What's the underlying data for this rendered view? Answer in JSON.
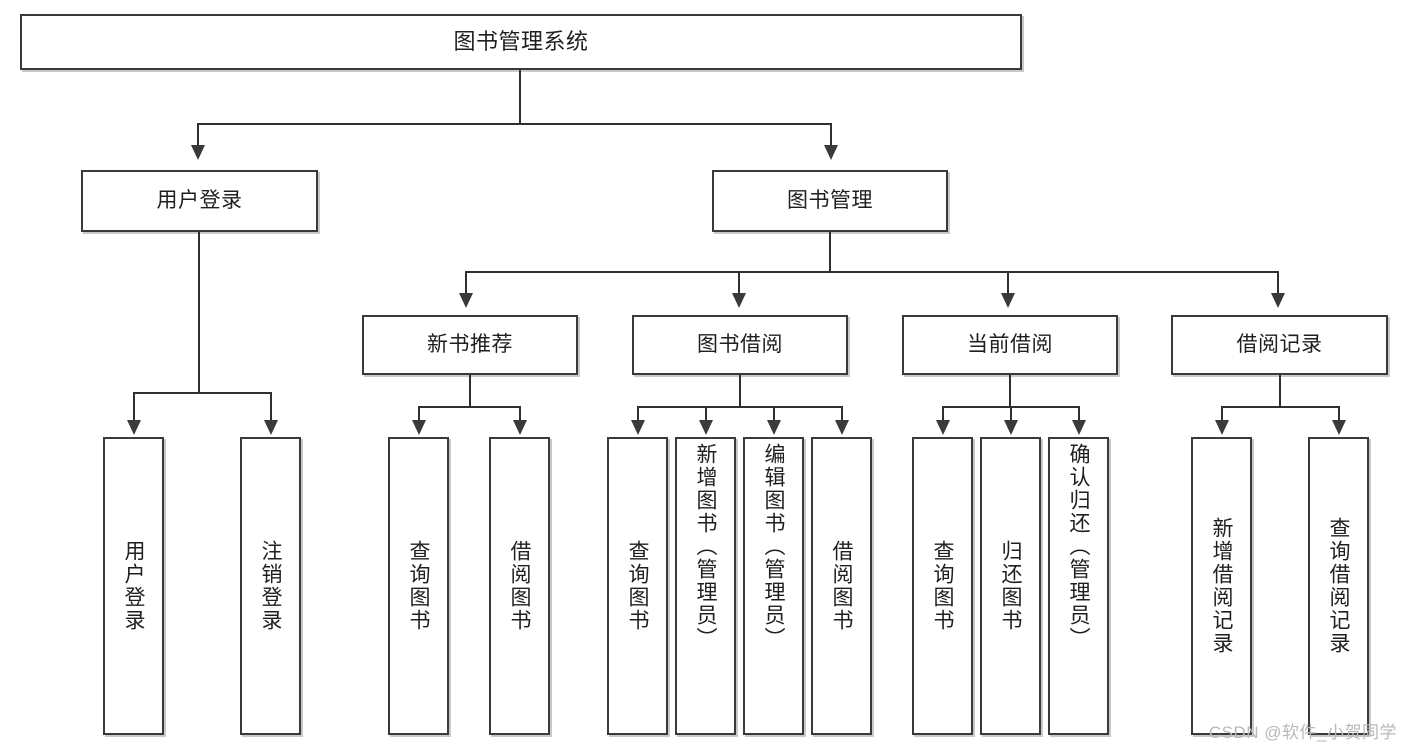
{
  "diagram": {
    "type": "tree-hierarchy",
    "title": "图书管理系统",
    "watermark": "CSDN @软件_小贺同学",
    "colors": {
      "box_border": "#3a3a3a",
      "connector": "#2f2f2f",
      "text": "#1f1f1f",
      "background": "#ffffff",
      "watermark": "#b9b9b9"
    },
    "nodes": {
      "root": {
        "label": "图书管理系统"
      },
      "level2": [
        {
          "label": "用户登录"
        },
        {
          "label": "图书管理"
        }
      ],
      "level3": [
        {
          "label": "新书推荐"
        },
        {
          "label": "图书借阅"
        },
        {
          "label": "当前借阅"
        },
        {
          "label": "借阅记录"
        }
      ],
      "leaves": {
        "user_login": [
          {
            "label": "用户登录"
          },
          {
            "label": "注销登录"
          }
        ],
        "new_book_recommend": [
          {
            "label": "查询图书"
          },
          {
            "label": "借阅图书"
          }
        ],
        "book_borrow": [
          {
            "label": "查询图书"
          },
          {
            "label": "新增图书（管理员）"
          },
          {
            "label": "编辑图书（管理员）"
          },
          {
            "label": "借阅图书"
          }
        ],
        "current_borrow": [
          {
            "label": "查询图书"
          },
          {
            "label": "归还图书"
          },
          {
            "label": "确认归还（管理员）"
          }
        ],
        "borrow_record": [
          {
            "label": "新增借阅记录"
          },
          {
            "label": "查询借阅记录"
          }
        ]
      }
    }
  }
}
